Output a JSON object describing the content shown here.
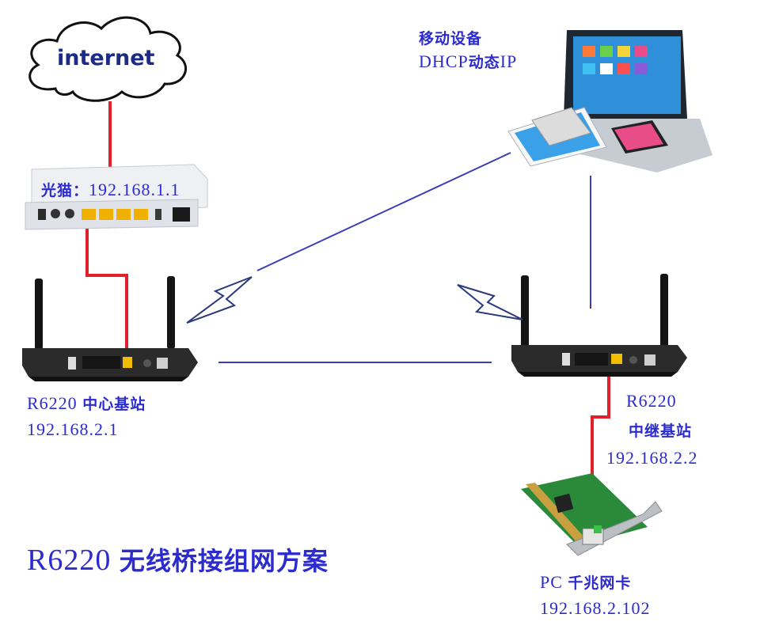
{
  "cloud": {
    "label": "internet"
  },
  "modem": {
    "label_cjk": "光猫：",
    "ip": "192.168.1.1"
  },
  "mobile": {
    "label_cjk": "移动设备",
    "dhcp_prefix": "DHCP",
    "dhcp_cjk": "动态",
    "dhcp_suffix": "IP"
  },
  "router_main": {
    "model": "R6220",
    "role_cjk": "中心基站",
    "ip": "192.168.2.1"
  },
  "router_relay": {
    "model": "R6220",
    "role_cjk": "中继基站",
    "ip": "192.168.2.2"
  },
  "pc_nic": {
    "prefix": "PC",
    "role_cjk": "千兆网卡",
    "ip": "192.168.2.102"
  },
  "title": {
    "model": "R6220",
    "text_cjk": "无线桥接组网方案"
  },
  "colors": {
    "label": "#2b2bd0",
    "wired": "#e0202a",
    "wireless": "#3b3bb8",
    "bolt_fill": "#ffffff",
    "bolt_stroke": "#2a3a7a"
  },
  "icons": [
    "cloud-icon",
    "modem-icon",
    "laptop-tablet-phone-icon",
    "router-icon",
    "router-icon",
    "network-card-icon",
    "lightning-icon",
    "lightning-icon"
  ]
}
